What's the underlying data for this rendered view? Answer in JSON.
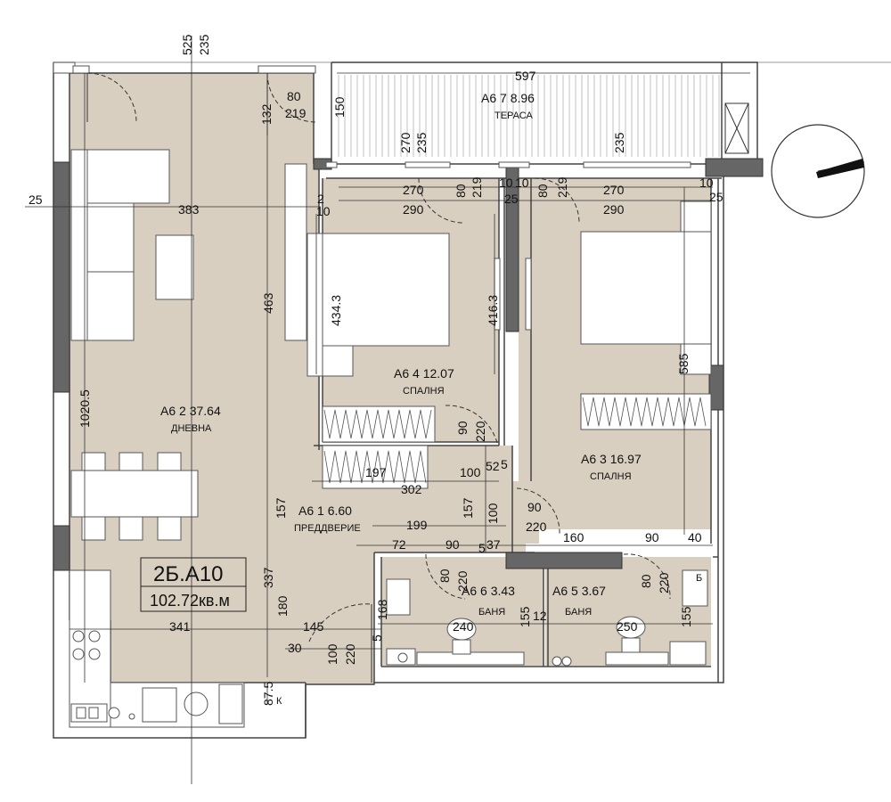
{
  "apartment": {
    "code": "2Б.А10",
    "area": "102.72кв.м"
  },
  "rooms": {
    "living": {
      "name": "А6 2 37.64",
      "type": "ДНЕВНА"
    },
    "bedroom1": {
      "name": "А6 4 12.07",
      "type": "СПАЛНЯ"
    },
    "bedroom2": {
      "name": "А6 3 16.97",
      "type": "СПАЛНЯ"
    },
    "hall": {
      "name": "А6 1    6.60",
      "type": "ПРЕДДВЕРИЕ"
    },
    "bath1": {
      "name": "А6 6 3.43",
      "type": "БАНЯ"
    },
    "bath2": {
      "name": "А6 5 3.67",
      "type": "БАНЯ"
    },
    "terrace": {
      "name": "А6 7 8.96",
      "type": "ТЕРАСА"
    }
  },
  "labels": {
    "b": "Б",
    "k": "К"
  },
  "dims": {
    "d525": "525",
    "d235a": "235",
    "d597": "597",
    "d150": "150",
    "d80a": "80",
    "d219a": "219",
    "d132": "132",
    "d270a": "270",
    "d235b": "235",
    "d270b": "235",
    "d270c": "270",
    "d80b": "80",
    "d219b": "219",
    "d10a": "10",
    "d10b": "10",
    "d80c": "80",
    "d219c": "219",
    "d270d": "270",
    "d10c": "10",
    "d25a": "25",
    "d383": "383",
    "d2": "2",
    "d10d": "10",
    "d290a": "290",
    "d25b": "25",
    "d290b": "290",
    "d25c": "25",
    "d434": "434.3",
    "d416": "416.3",
    "d463": "463",
    "d585": "585",
    "d1020": "1020.5",
    "d90a": "90",
    "d220a": "220",
    "d197": "197",
    "d100a": "100",
    "d52": "52",
    "d5": "5",
    "d302": "302",
    "d157a": "157",
    "d157b": "157",
    "d100b": "100",
    "d90b": "90",
    "d220b": "220",
    "d199": "199",
    "d72": "72",
    "d90c": "90",
    "d5b": "5",
    "d37": "37",
    "d160": "160",
    "d90d": "90",
    "d40": "40",
    "d337": "337",
    "d80d": "80",
    "d220c": "220",
    "d80e": "80",
    "d220d": "220",
    "d168": "168",
    "d155a": "155",
    "d12": "12",
    "d155b": "155",
    "d240": "240",
    "d250": "250",
    "d180": "180",
    "d341": "341",
    "d145": "145",
    "d30": "30",
    "d5c": "5",
    "d100c": "100",
    "d220e": "220",
    "d87": "87.5"
  }
}
